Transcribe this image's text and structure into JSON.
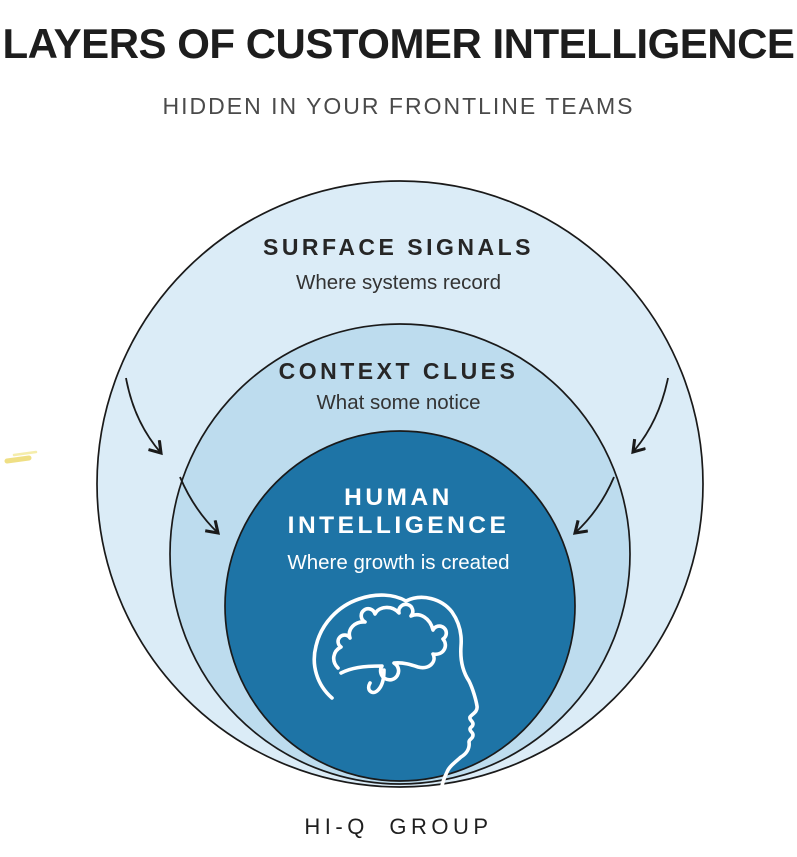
{
  "page": {
    "title": "LAYERS OF CUSTOMER INTELLIGENCE",
    "subtitle": "HIDDEN IN YOUR FRONTLINE TEAMS",
    "footer_brand": "HI-Q GROUP",
    "background_color": "#ffffff"
  },
  "diagram": {
    "type": "nested-circles",
    "outline_color": "#1a1a1a",
    "arrow_color": "#1a1a1a",
    "arrows": {
      "count": 4,
      "description": "two curved arrows on each side pointing inward toward the center circle"
    },
    "layers": [
      {
        "id": "surface-signals",
        "label": "SURFACE SIGNALS",
        "sublabel": "Where systems record",
        "fill": "#dbecf7",
        "text_color": "#262626"
      },
      {
        "id": "context-clues",
        "label": "CONTEXT CLUES",
        "sublabel": "What some notice",
        "fill": "#bddcee",
        "text_color": "#262626"
      },
      {
        "id": "human-intelligence",
        "label": "HUMAN INTELLIGENCE",
        "label_lines": [
          "HUMAN",
          "INTELLIGENCE"
        ],
        "sublabel": "Where growth is created",
        "fill": "#1e74a6",
        "text_color": "#ffffff"
      }
    ],
    "icon": {
      "name": "head-brain-icon",
      "description": "white line drawing of a human head in profile with scribbled brain",
      "stroke": "#ffffff"
    },
    "artifact": {
      "name": "yellow-highlight-artifact",
      "color": "#eedd7a"
    }
  }
}
